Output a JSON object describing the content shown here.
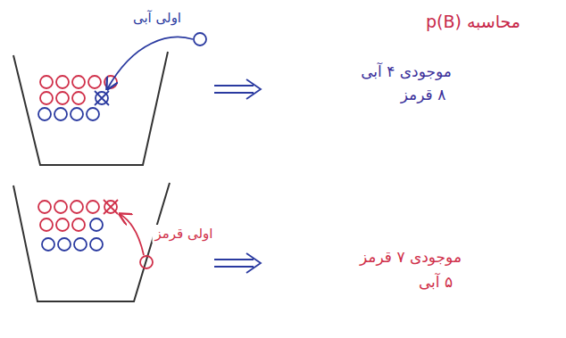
{
  "diagram": {
    "title": "محاسبه p(B)",
    "labels": [
      "اولی آبی",
      "موجودی ۴ آبی",
      "۸ قرمز",
      "اولی قرمز",
      "موجودی ۷ قرمز",
      "۵ آبی"
    ]
  }
}
